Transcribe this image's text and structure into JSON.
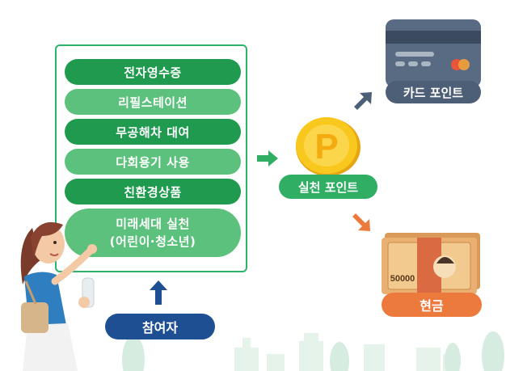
{
  "activities": [
    {
      "label": "전자영수증",
      "style": "dark"
    },
    {
      "label": "리필스테이션",
      "style": "light"
    },
    {
      "label": "무공해차 대여",
      "style": "dark"
    },
    {
      "label": "다회용기 사용",
      "style": "light"
    },
    {
      "label": "친환경상품",
      "style": "dark"
    },
    {
      "label": "미래세대 실천",
      "style": "light",
      "sub": "(어린이·청소년)"
    }
  ],
  "participant_label": "참여자",
  "coin": {
    "label": "실천 포인트",
    "symbol": "P"
  },
  "card": {
    "label": "카드 포인트"
  },
  "cash": {
    "label": "현금",
    "banknote_value": "50000"
  },
  "colors": {
    "green_dark": "#1f9a4f",
    "green_light": "#5bc17c",
    "navy": "#1e4f93",
    "slate": "#4d5f76",
    "orange": "#ec7a3d",
    "gold": "#f6c21c"
  }
}
